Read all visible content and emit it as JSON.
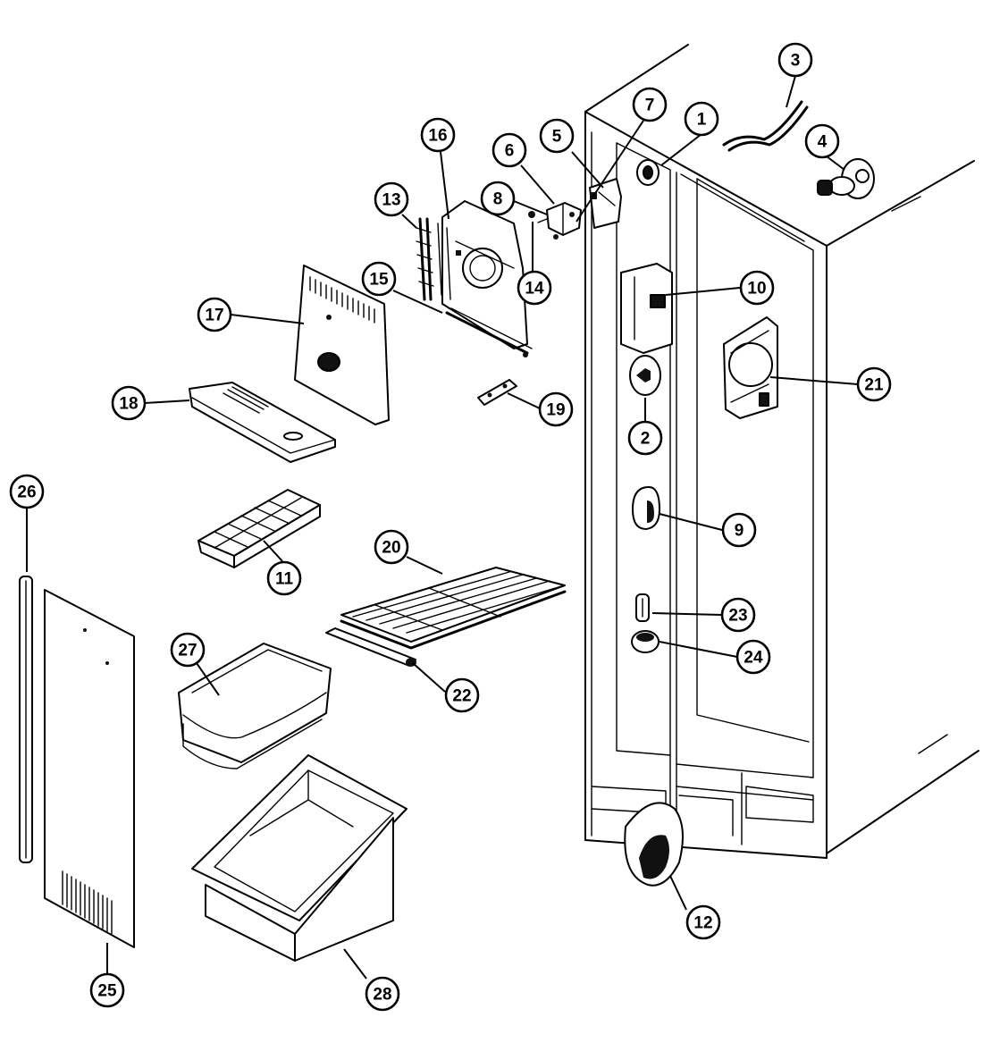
{
  "callouts": [
    {
      "id": "1",
      "label": "1"
    },
    {
      "id": "2",
      "label": "2"
    },
    {
      "id": "3",
      "label": "3"
    },
    {
      "id": "4",
      "label": "4"
    },
    {
      "id": "5",
      "label": "5"
    },
    {
      "id": "6",
      "label": "6"
    },
    {
      "id": "7",
      "label": "7"
    },
    {
      "id": "8",
      "label": "8"
    },
    {
      "id": "9",
      "label": "9"
    },
    {
      "id": "10",
      "label": "10"
    },
    {
      "id": "11",
      "label": "11"
    },
    {
      "id": "12",
      "label": "12"
    },
    {
      "id": "13",
      "label": "13"
    },
    {
      "id": "14",
      "label": "14"
    },
    {
      "id": "15",
      "label": "15"
    },
    {
      "id": "16",
      "label": "16"
    },
    {
      "id": "17",
      "label": "17"
    },
    {
      "id": "18",
      "label": "18"
    },
    {
      "id": "19",
      "label": "19"
    },
    {
      "id": "20",
      "label": "20"
    },
    {
      "id": "21",
      "label": "21"
    },
    {
      "id": "22",
      "label": "22"
    },
    {
      "id": "23",
      "label": "23"
    },
    {
      "id": "24",
      "label": "24"
    },
    {
      "id": "25",
      "label": "25"
    },
    {
      "id": "26",
      "label": "26"
    },
    {
      "id": "27",
      "label": "27"
    },
    {
      "id": "28",
      "label": "28"
    }
  ],
  "colors": {
    "ink": "#000000",
    "paper": "#ffffff"
  }
}
